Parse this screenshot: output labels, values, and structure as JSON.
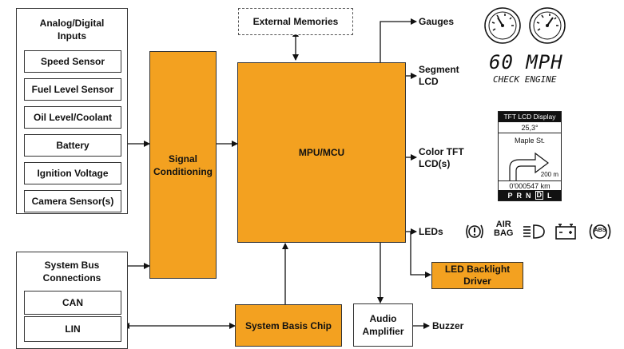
{
  "inputs": {
    "title": "Analog/Digital Inputs",
    "items": [
      "Speed Sensor",
      "Fuel Level Sensor",
      "Oil Level/Coolant",
      "Battery",
      "Ignition Voltage",
      "Camera Sensor(s)"
    ]
  },
  "bus": {
    "title": "System Bus Connections",
    "items": [
      "CAN",
      "LIN"
    ]
  },
  "signal_conditioning": "Signal Conditioning",
  "mpu": "MPU/MCU",
  "external_memories": "External Memories",
  "system_basis_chip": "System Basis Chip",
  "audio_amplifier": "Audio Amplifier",
  "buzzer": "Buzzer",
  "led_backlight": "LED Backlight Driver",
  "outputs": {
    "gauges": "Gauges",
    "segment_lcd": "Segment LCD",
    "color_tft": "Color TFT LCD(s)",
    "leds": "LEDs"
  },
  "segment_display": {
    "speed": "60 MPH",
    "warning": "CHECK ENGINE"
  },
  "tft_display": {
    "title": "TFT LCD Display",
    "temperature": "25,3°",
    "street": "Maple St.",
    "distance": "200 m",
    "odometer": "0'000547 km",
    "gears": [
      "P",
      "R",
      "N",
      "D",
      "L"
    ],
    "selected_gear": "D"
  },
  "led_icons": {
    "airbag_line1": "AIR",
    "airbag_line2": "BAG",
    "abs": "ABS"
  },
  "colors": {
    "block": "#f3a120",
    "line": "#111111"
  }
}
